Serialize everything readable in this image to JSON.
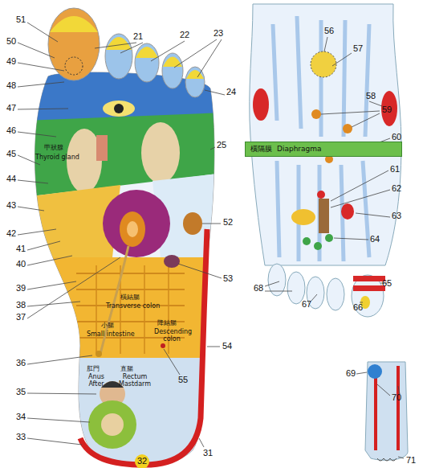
{
  "diagram": {
    "nodes": [
      {
        "text": [
          "橫隔膜",
          "Diaphragma"
        ]
      }
    ],
    "labels": [
      "51",
      "50",
      "49",
      "48",
      "47",
      "46",
      "45",
      "44",
      "43",
      "42",
      "41",
      "40",
      "39",
      "38",
      "37",
      "36",
      "35",
      "34",
      "33",
      "32",
      "31",
      "21",
      "22",
      "23",
      "24",
      "25",
      "52",
      "53",
      "54",
      "55",
      "56",
      "57",
      "58",
      "59",
      "60",
      "61",
      "62",
      "63",
      "64",
      "65",
      "66",
      "67",
      "68",
      "69",
      "70",
      "71",
      "甲狀腺",
      "Thyroid gland",
      "橫結腸",
      "Transverse colon",
      "小腸",
      "Small intestine",
      "降結腸",
      "Descending colon",
      "肛門",
      "Anus After",
      "直腸",
      "Rectum Mastdarm"
    ]
  }
}
